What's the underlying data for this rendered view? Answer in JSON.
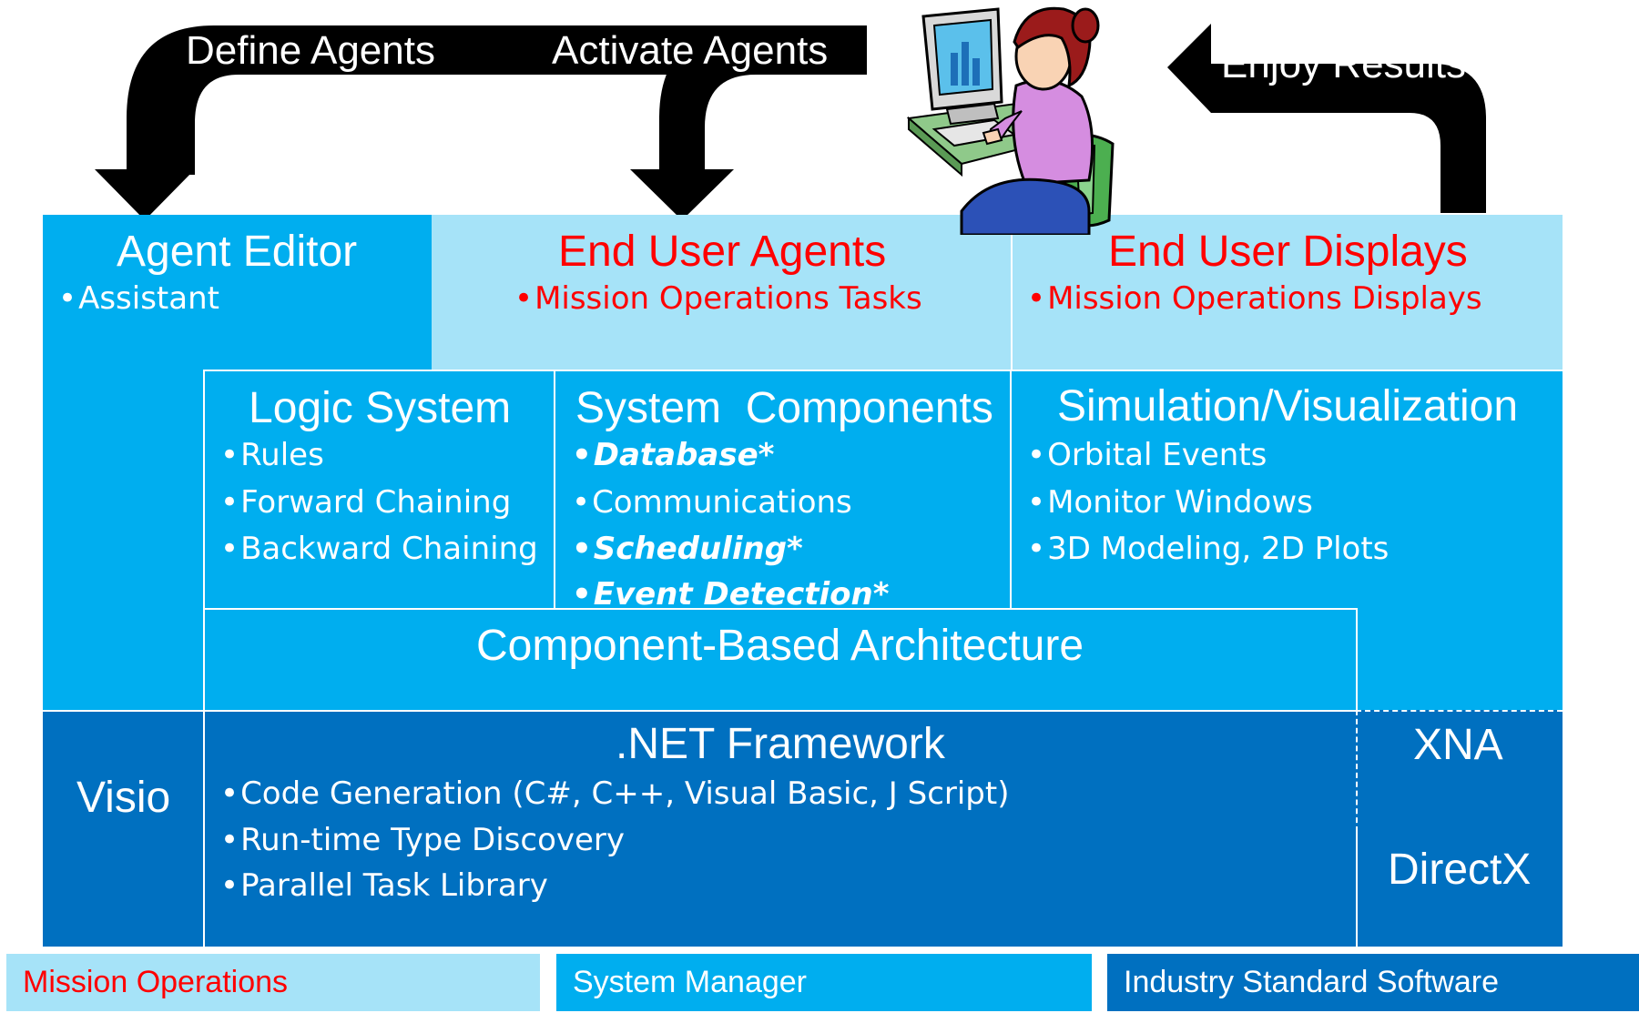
{
  "arrows": {
    "define_label": "Define Agents",
    "activate_label": "Activate Agents",
    "enjoy_label": "Enjoy Results"
  },
  "agent_editor": {
    "title": "Agent Editor",
    "items": [
      "Assistant"
    ]
  },
  "end_user_agents": {
    "title": "End User Agents",
    "items": [
      "Mission Operations Tasks"
    ]
  },
  "end_user_displays": {
    "title": "End User Displays",
    "items": [
      "Mission Operations Displays"
    ]
  },
  "logic_system": {
    "title": "Logic System",
    "items": [
      "Rules",
      "Forward Chaining",
      "Backward Chaining"
    ]
  },
  "system_components": {
    "title": "System  Components",
    "items": [
      "Database*",
      "Communications",
      "Scheduling*",
      "Event Detection*"
    ]
  },
  "simulation": {
    "title": "Simulation/Visualization",
    "items": [
      "Orbital Events",
      "Monitor Windows",
      "3D Modeling, 2D Plots"
    ]
  },
  "architecture": {
    "title": "Component-Based Architecture"
  },
  "visio": {
    "title": "Visio"
  },
  "dotnet": {
    "title": ".NET Framework",
    "items": [
      "Code Generation (C#, C++, Visual Basic, J Script)",
      "Run-time Type Discovery",
      "Parallel Task Library"
    ]
  },
  "xna": {
    "title": "XNA"
  },
  "directx": {
    "title": "DirectX"
  },
  "bullet": "•",
  "legend": {
    "mission_operations": "Mission Operations",
    "system_manager": "System Manager",
    "industry_standard": "Industry Standard Software"
  },
  "colors": {
    "mission_operations": "#a6e3f8",
    "system_manager": "#00aeef",
    "industry_standard": "#0070c0",
    "highlight_text": "#ff0000"
  }
}
